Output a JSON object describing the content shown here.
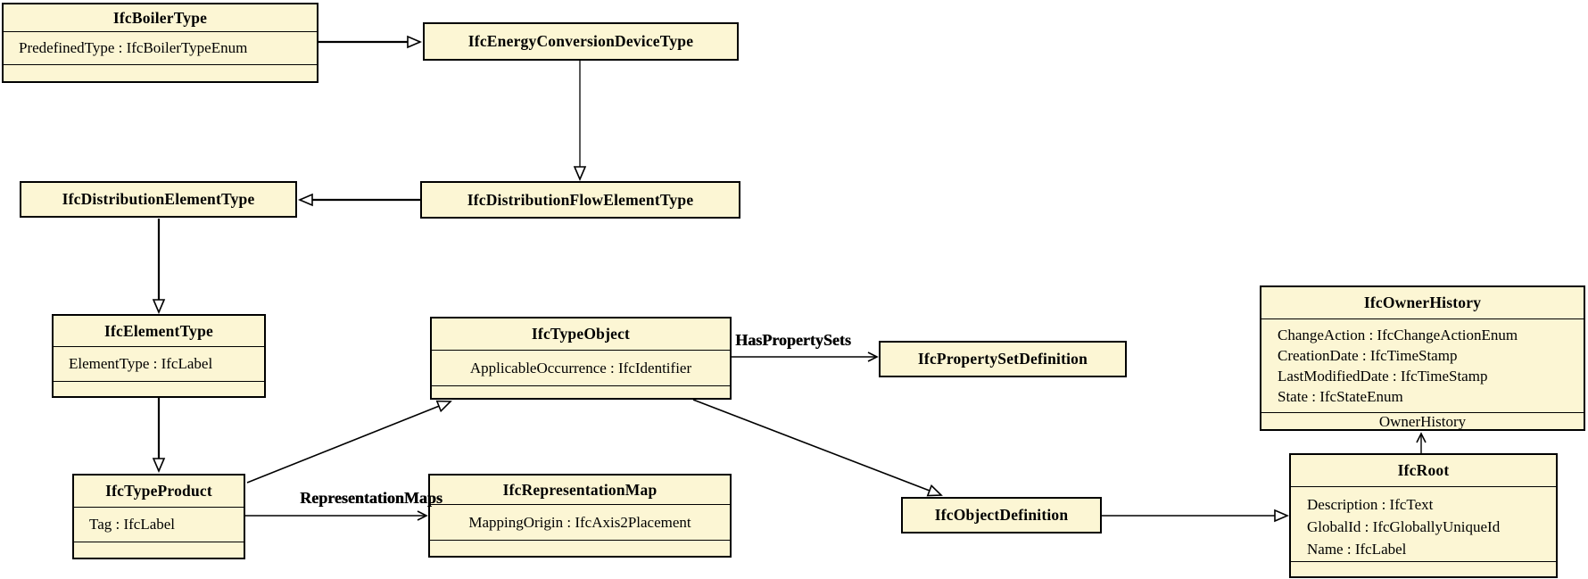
{
  "colors": {
    "box_fill": "#fcf6d4",
    "box_border": "#000000",
    "line": "#000000",
    "background": "#ffffff"
  },
  "classes": {
    "boiler_type": {
      "title": "IfcBoilerType",
      "attributes": [
        "PredefinedType : IfcBoilerTypeEnum"
      ]
    },
    "energy_conversion_device_type": {
      "title": "IfcEnergyConversionDeviceType"
    },
    "distribution_element_type": {
      "title": "IfcDistributionElementType"
    },
    "distribution_flow_element_type": {
      "title": "IfcDistributionFlowElementType"
    },
    "element_type": {
      "title": "IfcElementType",
      "attributes": [
        "ElementType : IfcLabel"
      ]
    },
    "type_object": {
      "title": "IfcTypeObject",
      "attributes": [
        "ApplicableOccurrence : IfcIdentifier"
      ]
    },
    "property_set_definition": {
      "title": "IfcPropertySetDefinition"
    },
    "owner_history": {
      "title": "IfcOwnerHistory",
      "attributes": [
        "ChangeAction : IfcChangeActionEnum",
        "CreationDate : IfcTimeStamp",
        "LastModifiedDate : IfcTimeStamp",
        "State : IfcStateEnum"
      ],
      "footer": "OwnerHistory"
    },
    "type_product": {
      "title": "IfcTypeProduct",
      "attributes": [
        "Tag : IfcLabel"
      ]
    },
    "representation_map": {
      "title": "IfcRepresentationMap",
      "attributes": [
        "MappingOrigin : IfcAxis2Placement"
      ]
    },
    "object_definition": {
      "title": "IfcObjectDefinition"
    },
    "root": {
      "title": "IfcRoot",
      "attributes": [
        "Description : IfcText",
        "GlobalId : IfcGloballyUniqueId",
        "Name : IfcLabel"
      ]
    }
  },
  "edge_labels": {
    "has_property_sets": "HasPropertySets",
    "representation_maps": "RepresentationMaps"
  }
}
